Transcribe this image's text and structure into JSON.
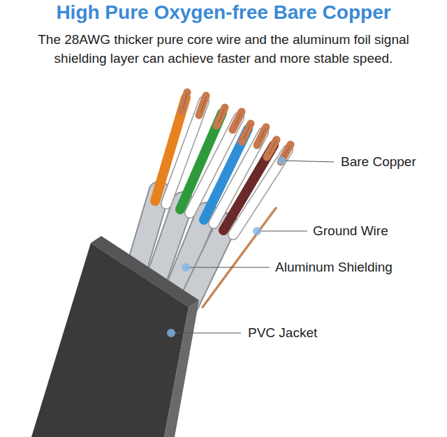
{
  "diagram": {
    "title": "High Pure Oxygen-free Bare Copper",
    "caption": "The 28AWG thicker pure core wire and the aluminum foil signal shielding layer can achieve faster and more stable speed.",
    "labels": [
      "Bare Copper",
      "Ground Wire",
      "Aluminum Shielding",
      "PVC Jacket"
    ]
  }
}
